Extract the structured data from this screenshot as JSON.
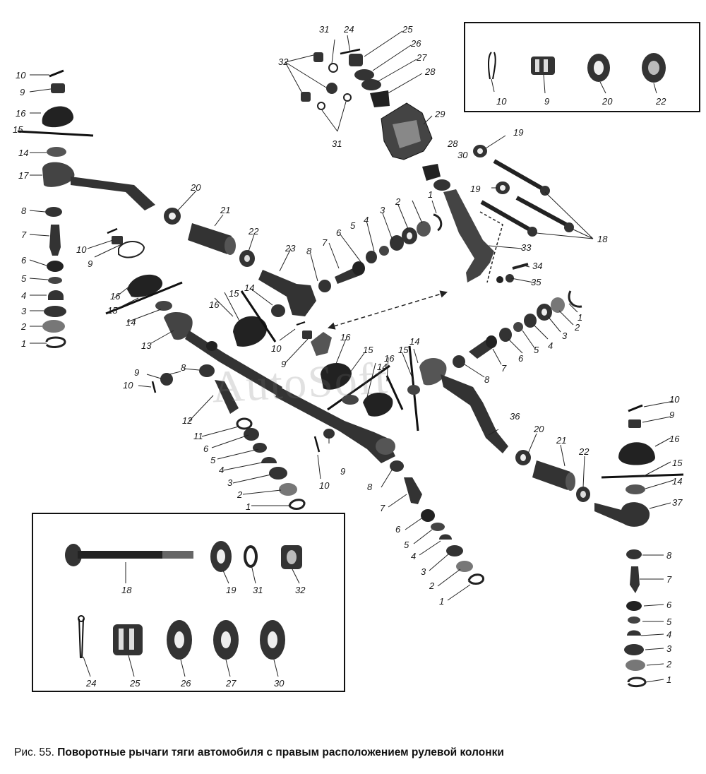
{
  "caption": {
    "figure": "Рис. 55.",
    "title": "Поворотные рычаги тяги автомобиля с правым расположением рулевой колонки"
  },
  "watermark": "AutoSoft",
  "labels": {
    "top_right_box": [
      "10",
      "9",
      "20",
      "22"
    ],
    "bottom_left_box": [
      "18",
      "19",
      "31",
      "32",
      "24",
      "25",
      "26",
      "27",
      "30"
    ],
    "left_column": [
      "10",
      "9",
      "16",
      "15",
      "14",
      "17",
      "8",
      "7",
      "6",
      "5",
      "4",
      "3",
      "2",
      "1"
    ],
    "top_center": [
      "31",
      "24",
      "25",
      "26",
      "27",
      "28",
      "32",
      "31",
      "29",
      "28",
      "30",
      "19",
      "19",
      "18"
    ],
    "center": [
      "20",
      "21",
      "22",
      "23",
      "8",
      "7",
      "6",
      "5",
      "4",
      "3",
      "2",
      "1",
      "33",
      "34",
      "35"
    ],
    "middle_left": [
      "10",
      "9",
      "16",
      "15",
      "14",
      "16",
      "15",
      "14",
      "13",
      "10",
      "9",
      "8",
      "9",
      "10",
      "12",
      "11",
      "6",
      "5",
      "4",
      "3",
      "2",
      "1"
    ],
    "middle": [
      "16",
      "15",
      "16",
      "14",
      "15",
      "14",
      "9",
      "10"
    ],
    "right": [
      "1",
      "2",
      "3",
      "4",
      "5",
      "6",
      "7",
      "8",
      "36",
      "20",
      "21",
      "22",
      "37"
    ],
    "right_column": [
      "10",
      "9",
      "16",
      "15",
      "14",
      "8",
      "7",
      "6",
      "5",
      "4",
      "3",
      "2",
      "1"
    ],
    "bottom_center": [
      "8",
      "7",
      "6",
      "5",
      "4",
      "3",
      "2",
      "1"
    ]
  }
}
